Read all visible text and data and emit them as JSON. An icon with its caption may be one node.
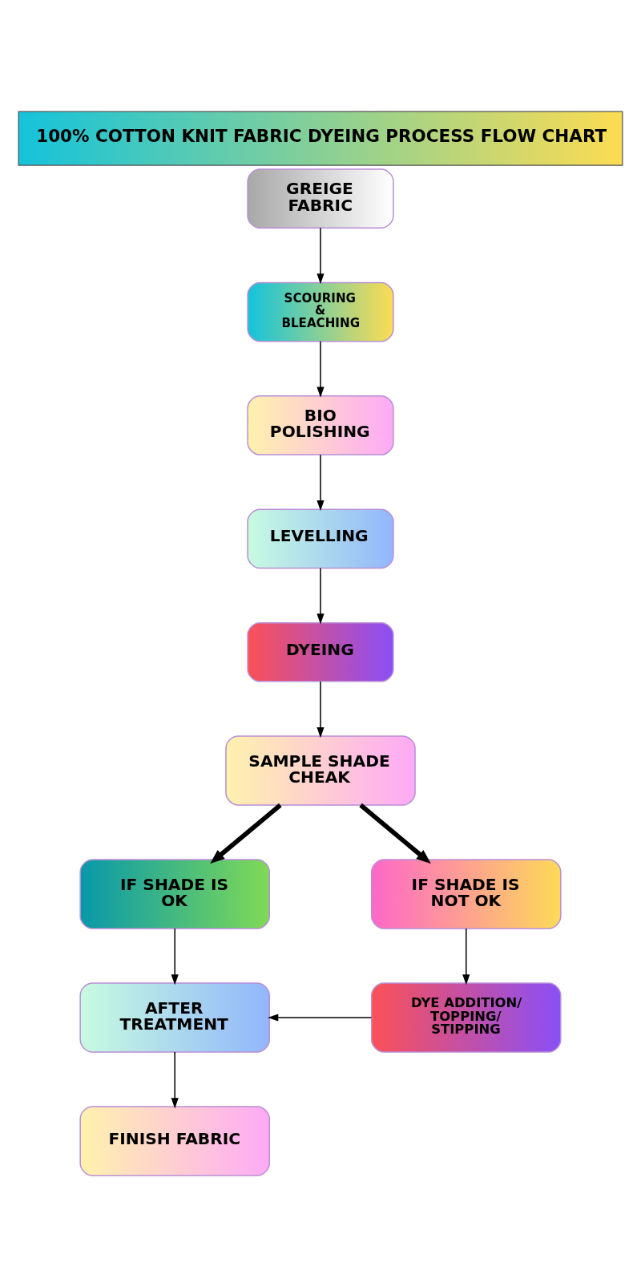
{
  "diagram": {
    "title": "100% COTTON KNIT FABRIC DYEING PROCESS FLOW CHART",
    "nodes": [
      {
        "text": [
          "GREIGE FABRIC"
        ]
      },
      {
        "text": [
          "SCOURING & BLEACHING"
        ]
      },
      {
        "text": [
          "BIO POLISHING"
        ]
      },
      {
        "text": [
          "LEVELLING"
        ]
      },
      {
        "text": [
          "DYEING"
        ]
      },
      {
        "text": [
          "SAMPLE SHADE CHEAK"
        ]
      },
      {
        "text": [
          "IF SHADE IS OK"
        ]
      },
      {
        "text": [
          "IF SHADE IS NOT OK"
        ]
      },
      {
        "text": [
          "AFTER TREATMENT"
        ]
      },
      {
        "text": [
          "DYE ADDITION/ TOPPING/ STIPPING"
        ]
      },
      {
        "text": [
          "FINISH FABRIC"
        ]
      }
    ],
    "edges": [
      {
        "from": 0,
        "to": 1,
        "arrow": "to"
      },
      {
        "from": 1,
        "to": 2,
        "arrow": "to"
      },
      {
        "from": 2,
        "to": 3,
        "arrow": "to"
      },
      {
        "from": 3,
        "to": 4,
        "arrow": "to"
      },
      {
        "from": 4,
        "to": 5,
        "arrow": "to"
      },
      {
        "from": 5,
        "to": 6,
        "arrow": "to",
        "style": "thick"
      },
      {
        "from": 5,
        "to": 7,
        "arrow": "to",
        "style": "thick"
      },
      {
        "from": 6,
        "to": 8,
        "arrow": "to"
      },
      {
        "from": 7,
        "to": 9,
        "arrow": "to"
      },
      {
        "from": 9,
        "to": 8,
        "arrow": "to"
      },
      {
        "from": 8,
        "to": 10,
        "arrow": "to"
      }
    ]
  }
}
